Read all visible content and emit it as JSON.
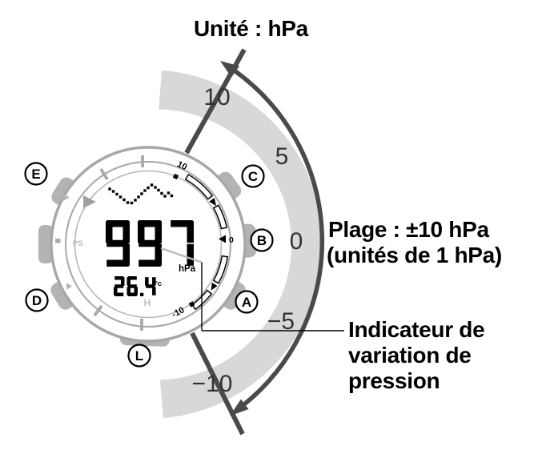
{
  "annotations": {
    "unit_label": "Unité : hPa",
    "range_label_line1": "Plage : ±10 hPa",
    "range_label_line2": "(unités de 1 hPa)",
    "indicator_label_line1": "Indicateur de",
    "indicator_label_line2": "variation de",
    "indicator_label_line3": "pression"
  },
  "outer_scale": {
    "tick_labels": [
      "10",
      "5",
      "0",
      "−5",
      "−10"
    ]
  },
  "watch": {
    "button_labels": [
      "E",
      "C",
      "B",
      "A",
      "D",
      "L"
    ],
    "display": {
      "barometric_pressure": "997",
      "pressure_unit": "hPa",
      "temperature": "26.4",
      "temperature_unit": "°c",
      "altitude_mode_letter": "H",
      "ps_indicator": "PS",
      "dial_scale_top": "10",
      "dial_scale_zero": "0",
      "dial_scale_bottom": "-10"
    },
    "graph_dots": [
      [
        137,
        236
      ],
      [
        141.5,
        239
      ],
      [
        146,
        242.5
      ],
      [
        150.5,
        246
      ],
      [
        155,
        249.5
      ],
      [
        159.5,
        253
      ],
      [
        164.5,
        253.5
      ],
      [
        169,
        250
      ],
      [
        173,
        246
      ],
      [
        177,
        242
      ],
      [
        181,
        238
      ],
      [
        185,
        234.5
      ],
      [
        189.5,
        231
      ],
      [
        194,
        234
      ],
      [
        198,
        237.5
      ],
      [
        202,
        241.5
      ],
      [
        206,
        245
      ],
      [
        210.5,
        241
      ],
      [
        214.5,
        244.5
      ]
    ]
  },
  "colors": {
    "band_gray": "#d8d8d8",
    "arrow_dark": "#4a4a4a",
    "watch_outline": "#a7a7a7",
    "watch_accent": "#b3b3b3",
    "label_text": "#000000",
    "scale_text": "#333333"
  }
}
